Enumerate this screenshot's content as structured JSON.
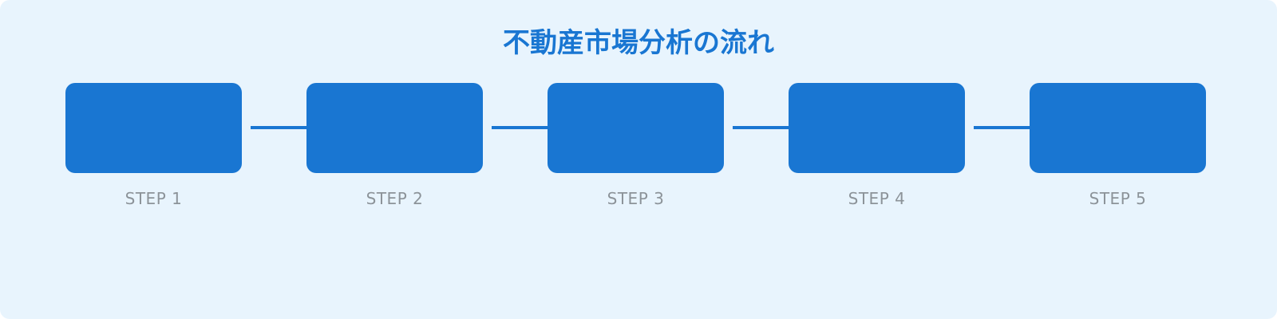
{
  "title": "不動産市場分析の流れ",
  "colors": {
    "background": "#e8f4fd",
    "accent": "#1976d2",
    "label": "#8c9399"
  },
  "steps": [
    {
      "label": "STEP 1"
    },
    {
      "label": "STEP 2"
    },
    {
      "label": "STEP 3"
    },
    {
      "label": "STEP 4"
    },
    {
      "label": "STEP 5"
    }
  ]
}
